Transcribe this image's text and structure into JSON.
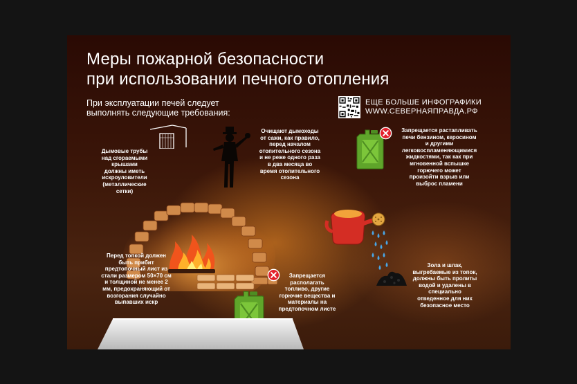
{
  "header": {
    "title_line1": "Меры пожарной безопасности",
    "title_line2": "при использовании печного отопления"
  },
  "intro": {
    "line1": "При эксплуатации печей следует",
    "line2": "выполнять следующие требования:"
  },
  "promo": {
    "line1": "ЕЩЕ БОЛЬШЕ ИНФОГРАФИКИ",
    "line2": "WWW.СЕВЕРНАЯПРАВДА.РФ"
  },
  "notes": {
    "chimney": [
      "Дымовые трубы",
      "над сгораемыми",
      "крышами",
      "должны иметь",
      "искроуловители",
      "(металлические",
      "сетки)"
    ],
    "sweep": [
      "Очищают дымоходы",
      "от сажи, как правило,",
      "перед началом",
      "отопительного сезона",
      "и не реже одного раза",
      "в два месяца во",
      "время отопительного",
      "сезона"
    ],
    "fuel_ban": [
      "Запрещается растапливать",
      "печи бензином, керосином",
      "и другими",
      "легковоспламеняющимися",
      "жидкостями, так как при",
      "мгновенной вспышке",
      "горючего может",
      "произойти взрыв или",
      "выброс пламени"
    ],
    "sheet": [
      "Перед топкой должен",
      "быть прибит",
      "предтопочный лист из",
      "стали размером 50×70 см",
      "и толщиной не менее 2",
      "мм, предохраняющий от",
      "возгорания случайно",
      "выпавших искр"
    ],
    "storage_ban": [
      "Запрещается",
      "располагать",
      "топливо, другие",
      "горючие вещества и",
      "материалы на",
      "предтопочном листе"
    ],
    "ash": [
      "Зола и шлак,",
      "выгребаемые из топок,",
      "должны быть пролиты",
      "водой и удалены в",
      "специально",
      "отведенное для них",
      "безопасное  место"
    ]
  },
  "icons": {
    "qr": "qr-code-icon",
    "canister": "fuel-canister-icon",
    "prohibited": "prohibited-icon",
    "sweep": "chimney-sweep-icon",
    "chimney": "chimney-spark-arrester-icon",
    "watering_can": "watering-can-icon",
    "ash": "ash-pile-icon"
  },
  "colors": {
    "background": "#3a1508",
    "text": "#ffffff",
    "prohibited": "#e3212c",
    "canister": "#6ab42d",
    "watering_can": "#d42d24"
  }
}
